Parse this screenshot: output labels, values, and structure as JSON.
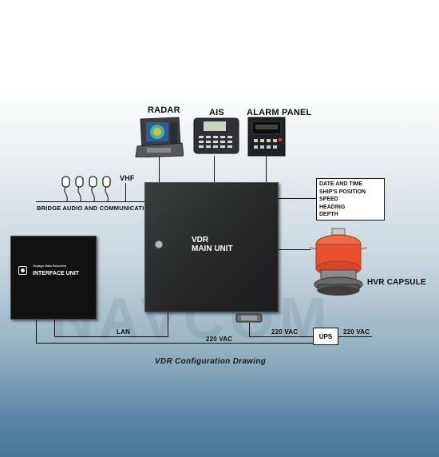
{
  "devices": {
    "radar": "RADAR",
    "ais": "AIS",
    "alarm_panel": "ALARM PANEL",
    "vhf": "VHF",
    "bridge_audio": "BRIDGE AUDIO AND COMMUNICATION",
    "hvr_capsule": "HVR CAPSULE"
  },
  "main_unit": {
    "line1": "VDR",
    "line2": "MAIN UNIT"
  },
  "interface_unit": {
    "brand": "Voyage Data Recorder",
    "title": "INTERFACE UNIT"
  },
  "data_inputs": [
    "DATE AND TIME",
    "SHIP'S POSITION",
    "SPEED",
    "HEADING",
    "DEPTH"
  ],
  "power": {
    "lan": "LAN",
    "vac_left": "220 VAC",
    "vac_mid": "220 VAC",
    "vac_right": "220 VAC",
    "ups": "UPS"
  },
  "caption": "VDR Configuration Drawing",
  "colors": {
    "capsule": "#e8502e",
    "unit": "#262829",
    "background_top": "#ffffff",
    "background_bottom": "#4a7696"
  }
}
